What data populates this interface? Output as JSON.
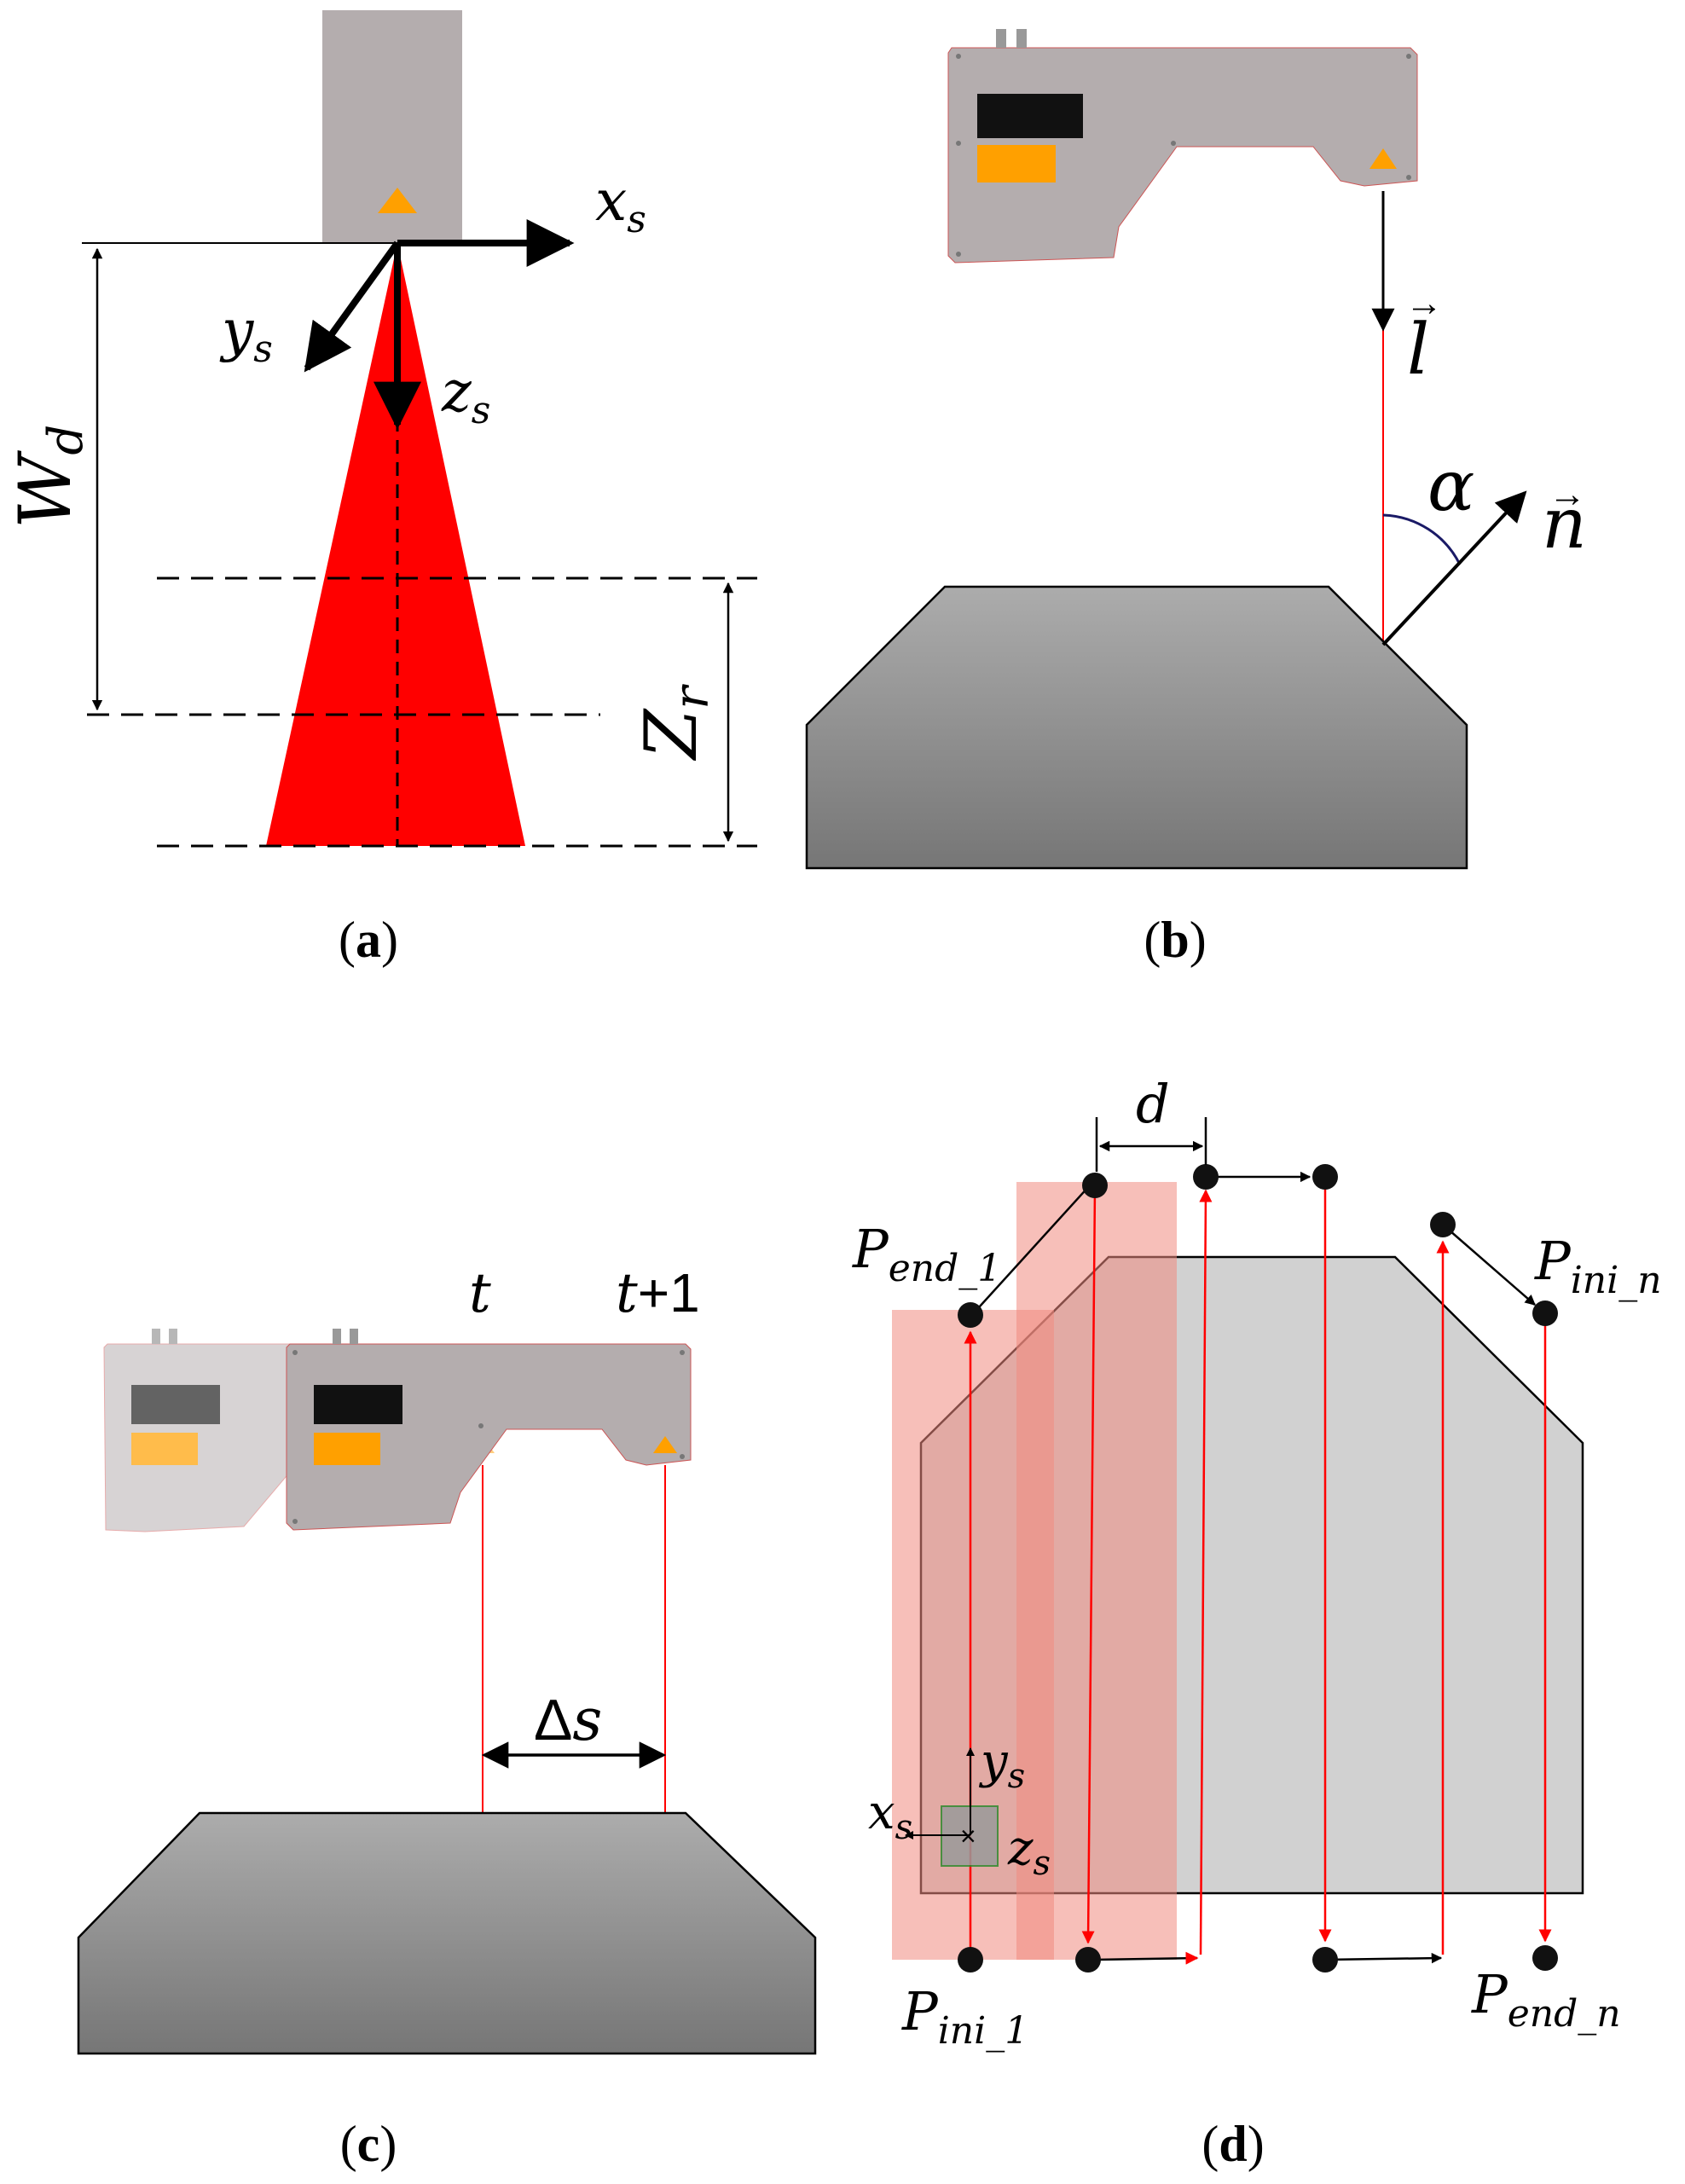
{
  "panels": {
    "a": {
      "caption_letter": "a",
      "axis_x": {
        "base": "x",
        "sub": "s"
      },
      "axis_y": {
        "base": "y",
        "sub": "s"
      },
      "axis_z": {
        "base": "z",
        "sub": "s"
      },
      "working_distance": {
        "base": "W",
        "sub": "d"
      },
      "range": {
        "base": "Z",
        "sub": "r"
      }
    },
    "b": {
      "caption_letter": "b",
      "laser_vector": "l",
      "normal_vector": "n",
      "angle": "α"
    },
    "c": {
      "caption_letter": "c",
      "time_t": "t",
      "time_t_plus_1": {
        "base": "t",
        "suffix": "+1"
      },
      "step": {
        "delta": "Δ",
        "var": "s"
      }
    },
    "d": {
      "caption_letter": "d",
      "spacing": "d",
      "p_end_1": {
        "base": "P",
        "sub": "end_1"
      },
      "p_ini_n": {
        "base": "P",
        "sub": "ini_n"
      },
      "p_ini_1": {
        "base": "P",
        "sub": "ini_1"
      },
      "p_end_n": {
        "base": "P",
        "sub": "end_n"
      },
      "axis_x": {
        "base": "x",
        "sub": "s"
      },
      "axis_y": {
        "base": "y",
        "sub": "s"
      },
      "axis_z": {
        "base": "z",
        "sub": "s"
      }
    }
  },
  "colors": {
    "sensor_body": "#b4adae",
    "sensor_body_faded": "#cfcacb",
    "laser": "#ff0000",
    "marker": "#ffa000",
    "window": "#111111",
    "part_top": "#a9a9a9",
    "part_bottom": "#787878",
    "part_light": "#d1d1d1",
    "scan_band": "#f08a80",
    "arrow": "#000000"
  },
  "icons": {
    "sensor": "laser-profile-sensor-icon",
    "marker": "triangle-marker-icon"
  }
}
